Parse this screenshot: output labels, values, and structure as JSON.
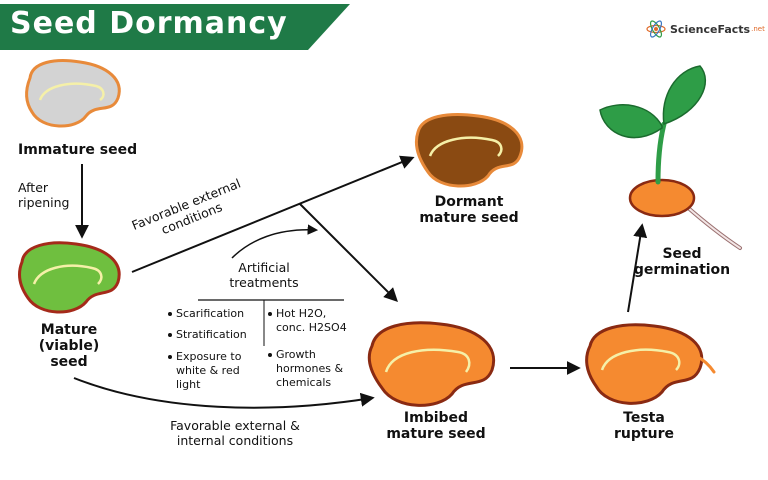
{
  "title": "Seed Dormancy",
  "brand": {
    "name": "ScienceFacts",
    "suffix": ".net",
    "icon": "atom-logo-icon"
  },
  "colors": {
    "banner": "#1f7a47",
    "immature_seed": "#d3d3d3",
    "viable_seed": "#6fbf3f",
    "dormant_seed": "#8a4a12",
    "imbibed_seed": "#f58a30",
    "leaf": "#2e9d47",
    "arrow": "#111111"
  },
  "stages": {
    "immature": "Immature seed",
    "viable": [
      "Mature",
      "(viable)",
      "seed"
    ],
    "dormant": [
      "Dormant",
      "mature seed"
    ],
    "imbibed": [
      "Imbibed",
      "mature seed"
    ],
    "testa": [
      "Testa",
      "rupture"
    ],
    "germination": [
      "Seed",
      "germination"
    ]
  },
  "transitions": {
    "after_ripening": [
      "After",
      "ripening"
    ],
    "favorable_external": [
      "Favorable external",
      "conditions"
    ],
    "favorable_external_internal": [
      "Favorable external &",
      "internal conditions"
    ]
  },
  "treatments": {
    "heading": [
      "Artificial",
      "treatments"
    ],
    "left_items": [
      "Scarification",
      "Stratification",
      "Exposure to white & red light"
    ],
    "right_items": [
      "Hot H2O, conc. H2SO4",
      "Growth hormones & chemicals"
    ]
  }
}
